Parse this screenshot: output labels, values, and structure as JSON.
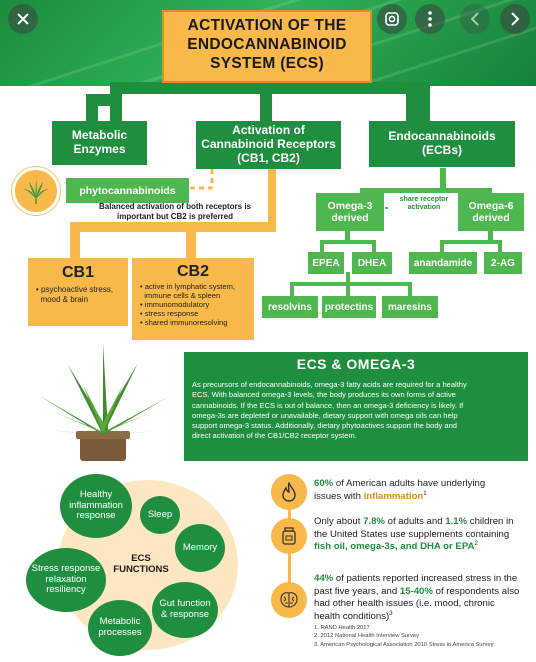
{
  "title": {
    "line1": "ACTIVATION OF THE",
    "line2": "ENDOCANNABINOID",
    "line3": "SYSTEM (ECS)"
  },
  "branches": {
    "metabolic": {
      "line1": "Metabolic",
      "line2": "Enzymes"
    },
    "receptors": {
      "line1": "Activation of",
      "line2": "Cannabinoid Receptors",
      "line3": "(CB1, CB2)"
    },
    "ecbs": {
      "line1": "Endocannabinoids",
      "line2": "(ECBs)"
    }
  },
  "phytocannabinoids": "phytocannabinoids",
  "balanced_note": {
    "line1": "Balanced activation of both receptors is",
    "line2": "important but CB2 is preferred"
  },
  "cb1": {
    "title": "CB1",
    "items": [
      "• psychoactive stress,",
      "  mood & brain"
    ]
  },
  "cb2": {
    "title": "CB2",
    "items": [
      "• active in lymphatic system,",
      "  immune cells & spleen",
      "• immunomodulatory",
      "• stress response",
      "• shared immunoresolving"
    ]
  },
  "omega3": {
    "line1": "Omega-3",
    "line2": "derived"
  },
  "omega6": {
    "line1": "Omega-6",
    "line2": "derived"
  },
  "share_note": {
    "line1": "share receptor",
    "line2": "activation"
  },
  "leaves": {
    "epea": "EPEA",
    "dhea": "DHEA",
    "anandamide": "anandamide",
    "twoag": "2-AG",
    "resolvins": "resolvins",
    "protectins": "protectins",
    "maresins": "maresins"
  },
  "omega_section": {
    "heading": "ECS & OMEGA-3",
    "lines": [
      "As precursors of endocannabinoids, omega-3 fatty acids are required for a healthy",
      "ECS. With balanced omega-3 levels, the body produces its own forms of active",
      "cannabinoids. If the ECS is out of balance, then an omega-3 deficiency is likely. If",
      "omega-3s are depleted or unavailable, dietary support with omega oils can help",
      "support omega-3 status. Additionally, dietary phytoactives support the body and",
      "direct activation of the CB1/CB2 receptor system."
    ]
  },
  "functions": {
    "center": {
      "line1": "ECS",
      "line2": "FUNCTIONS"
    },
    "healthy": {
      "line1": "Healthy",
      "line2": "inflammation",
      "line3": "response"
    },
    "sleep": "Sleep",
    "memory": "Memory",
    "stress": {
      "line1": "Stress response",
      "line2": "relaxation",
      "line3": "resiliency"
    },
    "metabolic": {
      "line1": "Metabolic",
      "line2": "processes"
    },
    "gut": {
      "line1": "Gut function",
      "line2": "& response"
    }
  },
  "stats": [
    {
      "highlight": "60%",
      "l1_rest": " of American adults have underlying",
      "l2_pre": "issues with ",
      "l2_orange": "inflammation",
      "l2_sup": "1"
    },
    {
      "l1_pre": "Only about ",
      "l1_hl1": "7.8%",
      "l1_mid": " of adults and ",
      "l1_hl2": "1.1%",
      "l1_post": " children in",
      "l2": "the United States use supplements containing",
      "l3_green": "fish oil, omega-3s, and DHA or EPA",
      "l3_sup": "2"
    },
    {
      "hl1": "44%",
      "l1_rest": " of patients reported increased stress in the",
      "l2_pre": "past five years, and ",
      "hl2": "15-40%",
      "l2_post": " of respondents also",
      "l3": "had other health issues (i.e. mood, chronic",
      "l4": "health conditions)",
      "l4_sup": "3"
    }
  ],
  "footnotes": [
    "1. RAND Health 2017",
    "2. 2012 National Health Interview Survey",
    "3. American Psychological Association 2010 Stress in America Survey"
  ],
  "icons": {
    "close": "close-icon",
    "lens": "lens-icon",
    "more": "more-vert-icon",
    "prev": "chevron-left-icon",
    "next": "chevron-right-icon",
    "flame": "flame-icon",
    "bottle": "supplement-bottle-icon",
    "brain": "brain-icon",
    "leaf": "cannabis-leaf-icon",
    "plant": "cannabis-plant-illustration"
  },
  "colors": {
    "dark_green": "#1f8f3f",
    "light_green": "#4eb74f",
    "orange": "#f9b84a"
  }
}
